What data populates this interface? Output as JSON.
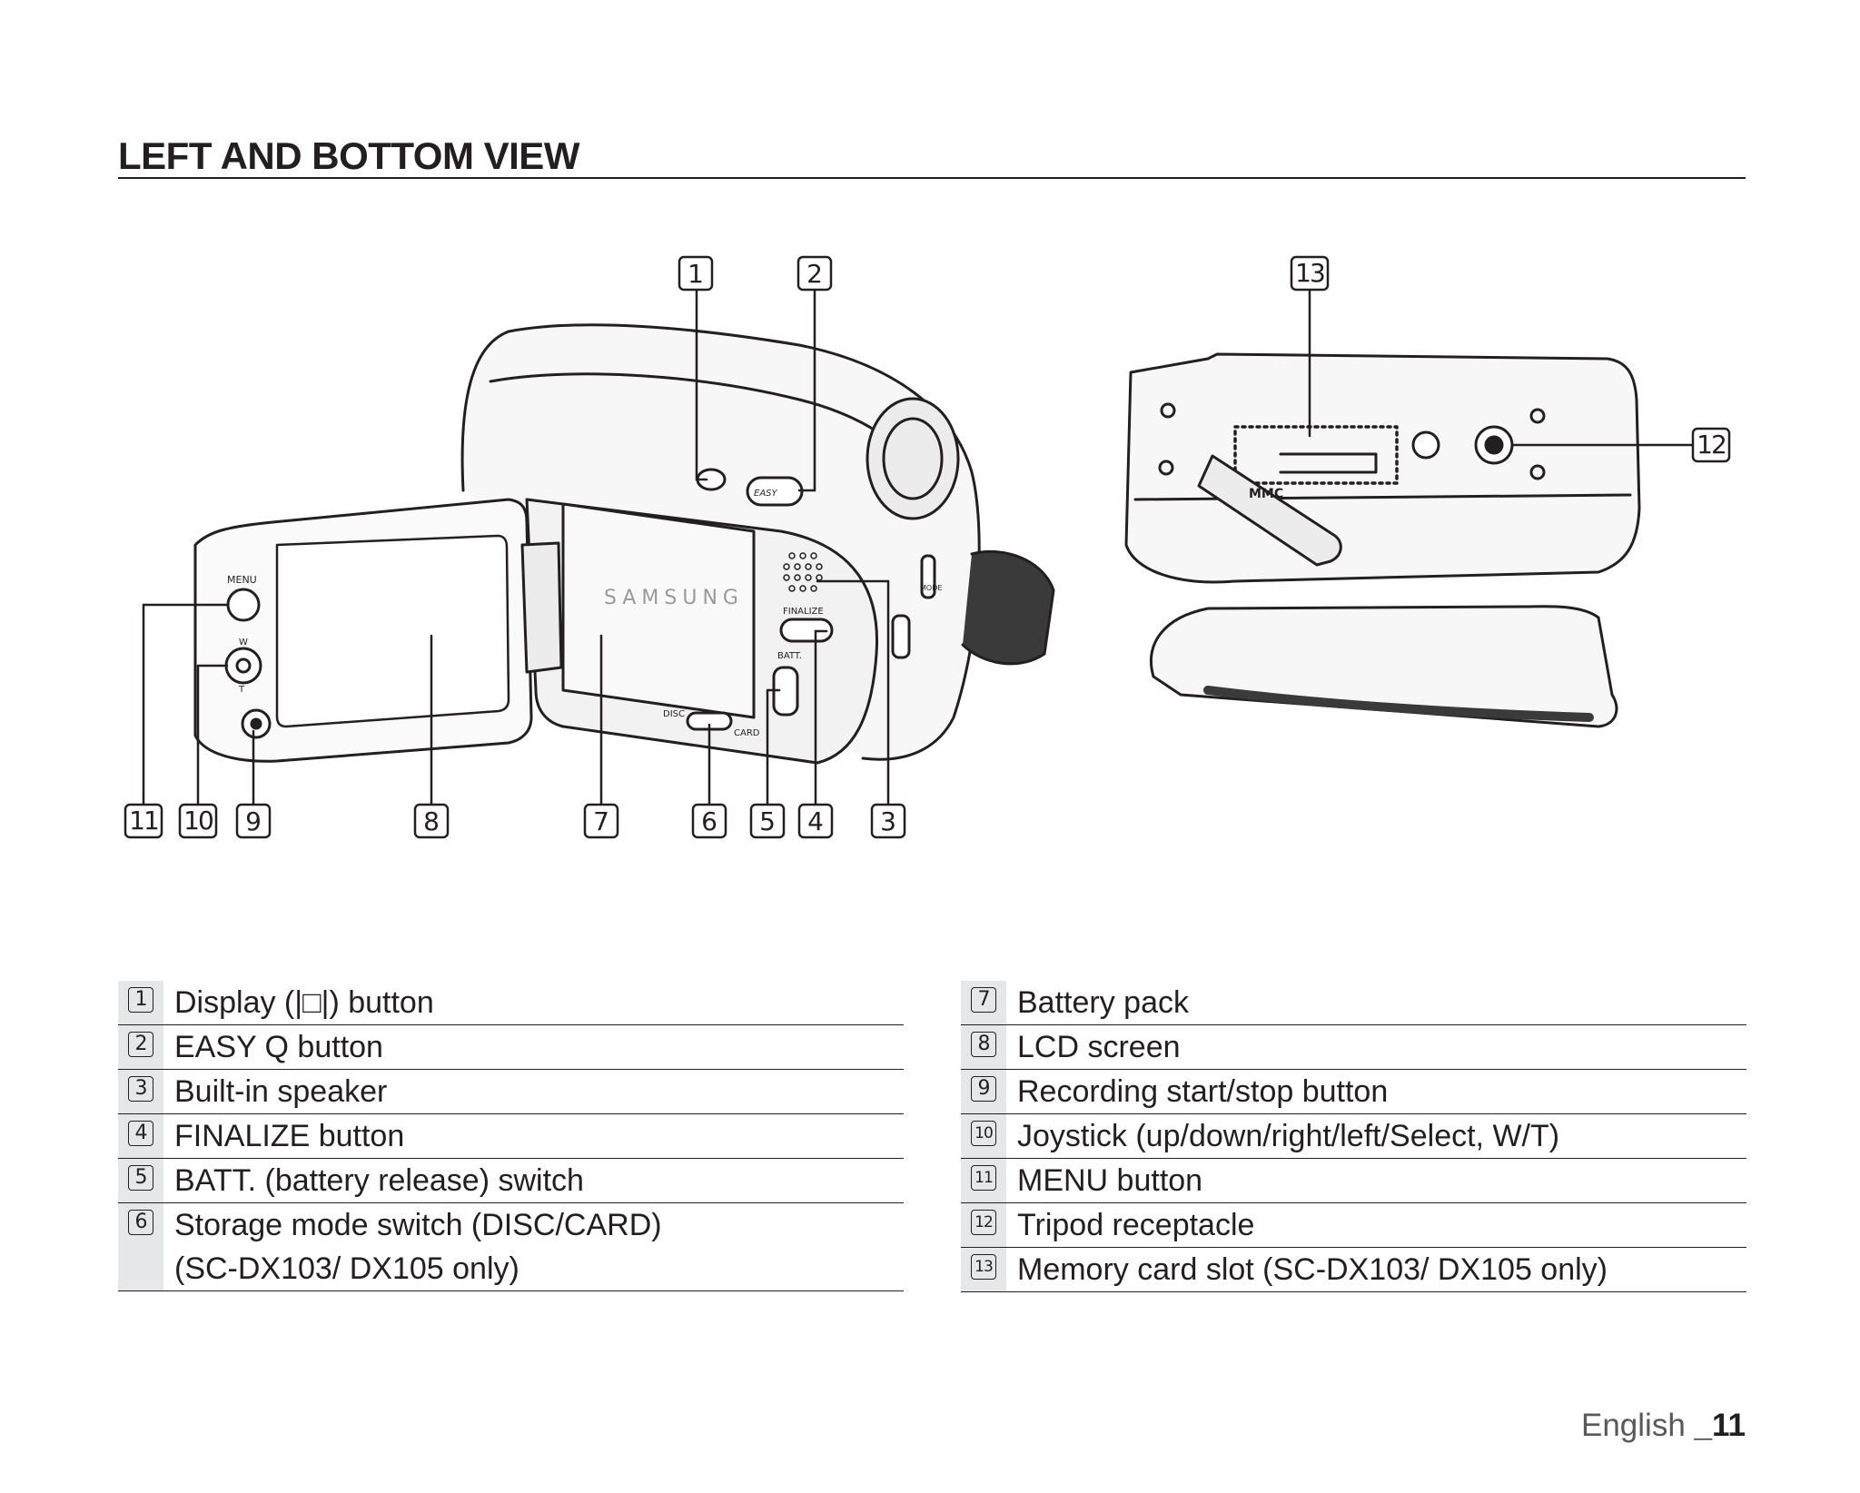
{
  "page_title": "LEFT AND BOTTOM VIEW",
  "figure": {
    "callouts": [
      "1",
      "2",
      "3",
      "4",
      "5",
      "6",
      "7",
      "8",
      "9",
      "10",
      "11",
      "12",
      "13"
    ],
    "device_labels": {
      "menu": "MENU",
      "w": "W",
      "t": "T",
      "brand": "SAMSUNG",
      "finalize": "FINALIZE",
      "batt": "BATT.",
      "disc": "DISC",
      "card": "CARD",
      "easy": "EASY",
      "mode": "MODE",
      "mmc": "MMC"
    }
  },
  "legend_left": [
    {
      "num": "1",
      "text": "Display (|□|) button"
    },
    {
      "num": "2",
      "text": "EASY Q button"
    },
    {
      "num": "3",
      "text": "Built-in speaker"
    },
    {
      "num": "4",
      "text": "FINALIZE button"
    },
    {
      "num": "5",
      "text": "BATT. (battery release) switch"
    },
    {
      "num": "6",
      "text": "Storage mode switch (DISC/CARD)\n(SC-DX103/ DX105 only)"
    }
  ],
  "legend_right": [
    {
      "num": "7",
      "text": "Battery pack"
    },
    {
      "num": "8",
      "text": "LCD screen"
    },
    {
      "num": "9",
      "text": "Recording start/stop button"
    },
    {
      "num": "10",
      "text": "Joystick (up/down/right/left/Select, W/T)"
    },
    {
      "num": "11",
      "text": "MENU button"
    },
    {
      "num": "12",
      "text": "Tripod receptacle"
    },
    {
      "num": "13",
      "text": "Memory card slot (SC-DX103/ DX105 only)"
    }
  ],
  "footer": {
    "language": "English ",
    "page": "_11"
  }
}
